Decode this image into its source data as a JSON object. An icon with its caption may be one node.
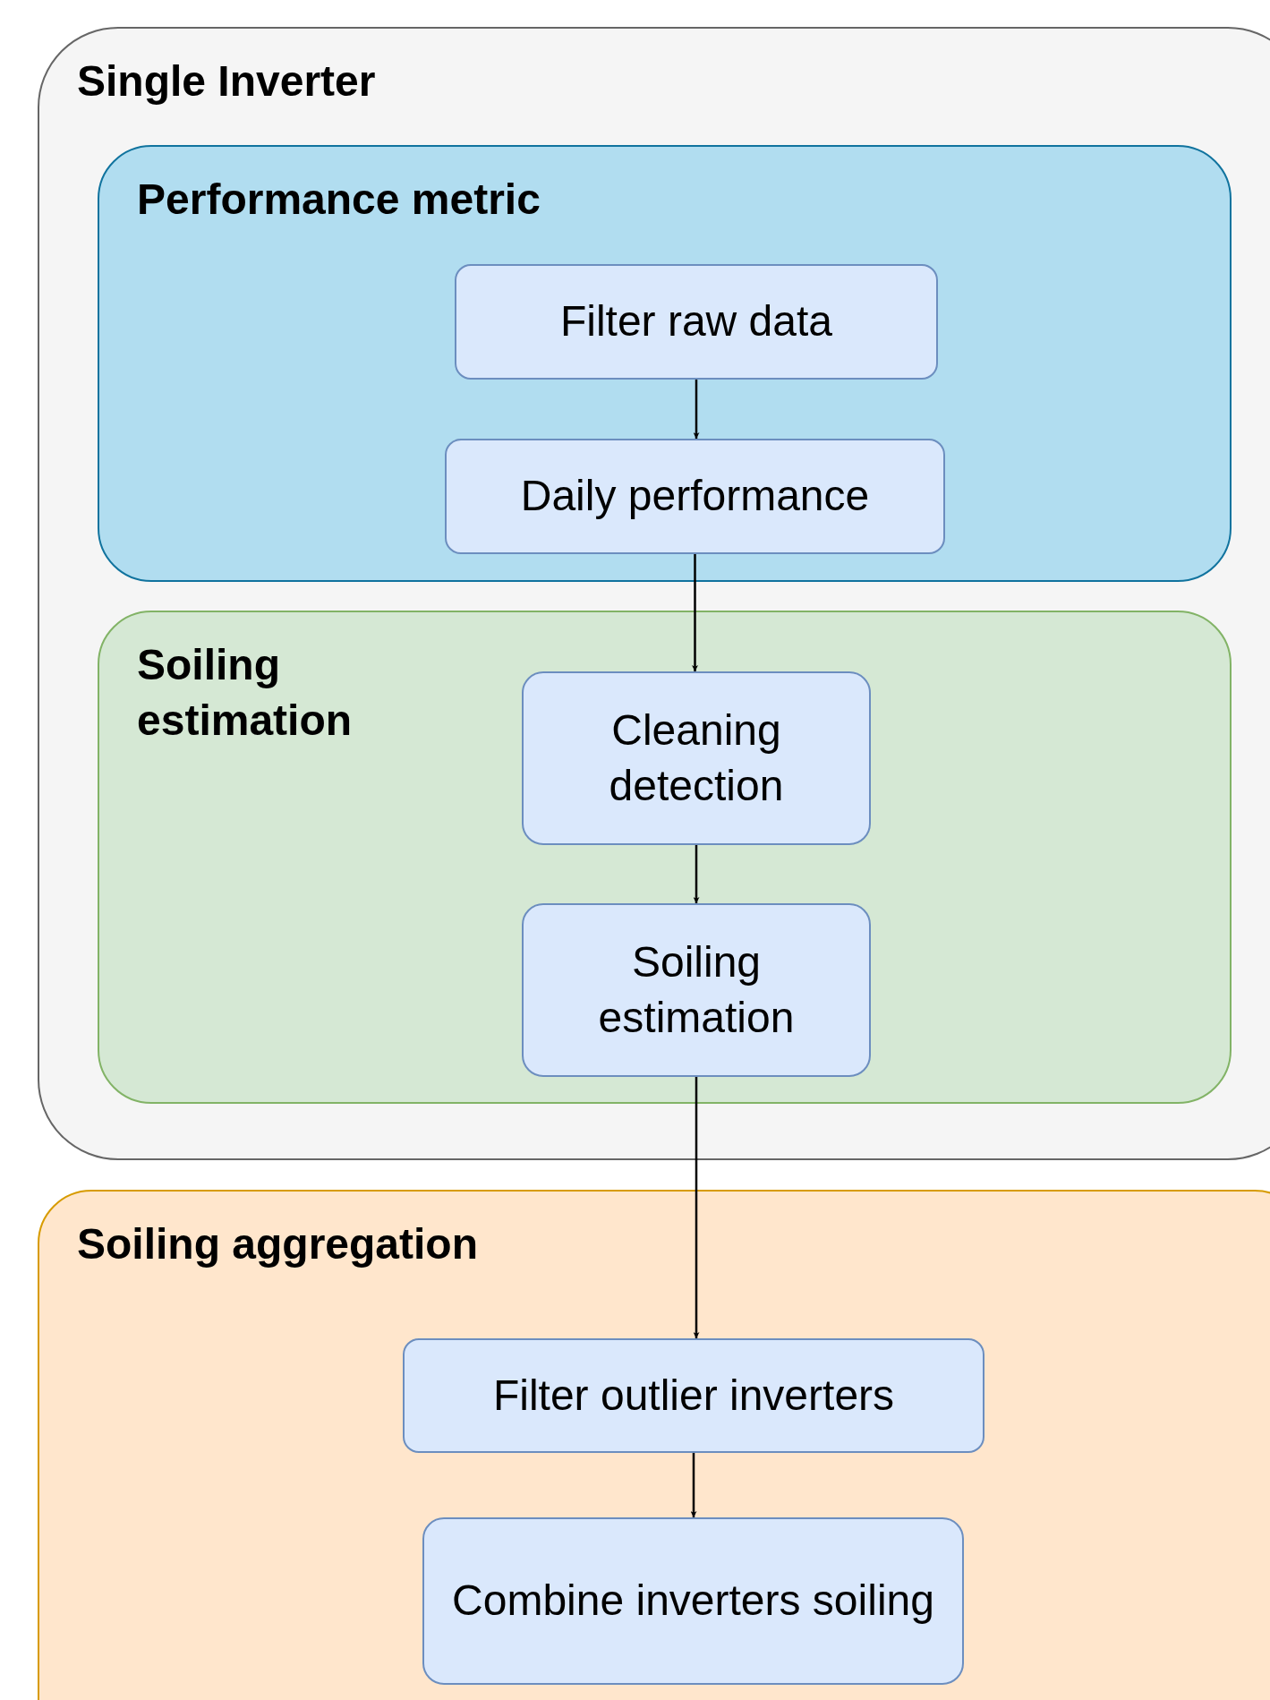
{
  "diagram": {
    "nodes": [
      {
        "text": [
          "Single Inverter"
        ]
      },
      {
        "text": [
          "Performance metric"
        ],
        "in": 0
      },
      {
        "text": [
          "Filter raw data"
        ],
        "in": 1
      },
      {
        "text": [
          "Daily performance"
        ],
        "in": 1
      },
      {
        "text": [
          "Soiling estimation"
        ],
        "in": 0
      },
      {
        "text": [
          "Cleaning detection"
        ],
        "in": 4
      },
      {
        "text": [
          "Soiling estimation"
        ],
        "in": 4
      },
      {
        "text": [
          "Soiling aggregation"
        ]
      },
      {
        "text": [
          "Filter outlier inverters"
        ],
        "in": 7
      },
      {
        "text": [
          "Combine inverters soiling"
        ],
        "in": 7
      }
    ],
    "edges": [
      {
        "from": 2,
        "to": 3,
        "arrow": "to"
      },
      {
        "from": 3,
        "to": 5,
        "arrow": "to"
      },
      {
        "from": 5,
        "to": 6,
        "arrow": "to"
      },
      {
        "from": 6,
        "to": 8,
        "arrow": "to"
      },
      {
        "from": 8,
        "to": 9,
        "arrow": "to"
      }
    ]
  }
}
